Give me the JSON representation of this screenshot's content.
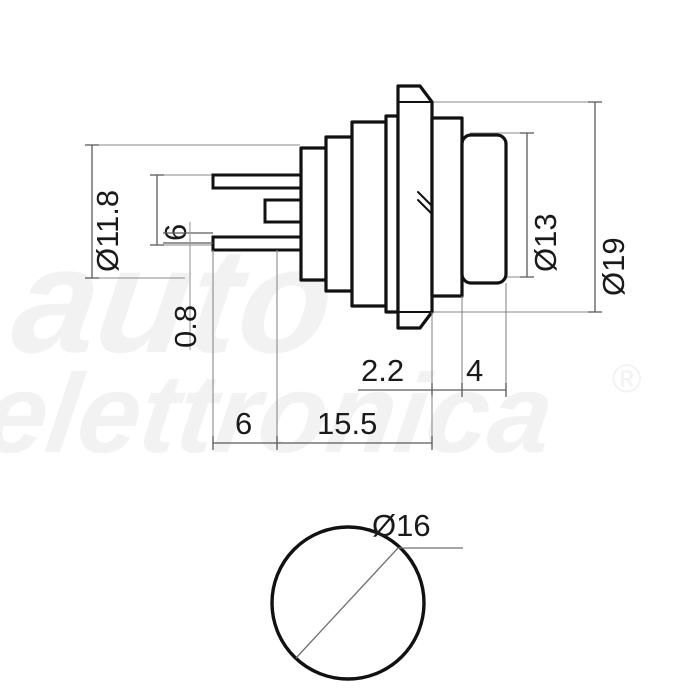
{
  "drawing": {
    "title": "Push button switch dimensional drawing",
    "units": "mm",
    "watermark": {
      "line1": "auto",
      "line2": "elettronica",
      "registered_mark": "®",
      "color": "#f2f2f2"
    },
    "line_color": "#111111",
    "dimension_color": "#5a5a5a",
    "background": "#ffffff",
    "views": [
      {
        "name": "side-section-view",
        "label": ""
      },
      {
        "name": "front-view",
        "label": ""
      }
    ],
    "dimensions": {
      "dia_11_8": "Ø11.8",
      "dia_13": "Ø13",
      "dia_19": "Ø19",
      "dia_16": "Ø16",
      "len_6_vertical": "6",
      "len_0_8": "0.8",
      "len_6_horizontal": "6",
      "len_15_5": "15.5",
      "len_2_2": "2.2",
      "len_4": "4"
    }
  }
}
